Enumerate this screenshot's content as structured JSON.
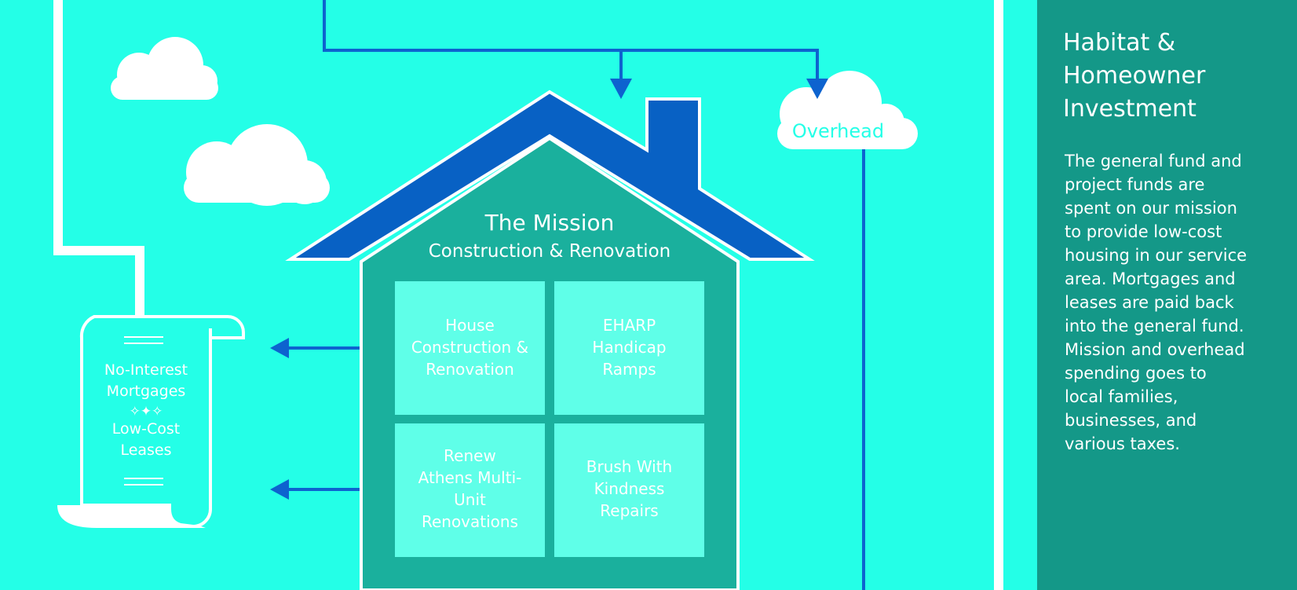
{
  "diagram": {
    "mission_title": "The Mission",
    "mission_subtitle": "Construction & Renovation",
    "boxes": [
      {
        "label": "House Construction & Renovation"
      },
      {
        "label": "EHARP Handicap Ramps"
      },
      {
        "label": "Renew Athens Multi-Unit Renovations"
      },
      {
        "label": "Brush With Kindness Repairs"
      }
    ],
    "overhead_label": "Overhead",
    "scroll": {
      "line1": "No-Interest",
      "line2": "Mortgages",
      "separator": "✧✦✧",
      "line3": "Low-Cost",
      "line4": "Leases"
    }
  },
  "sidebar": {
    "title": "Habitat & Homeowner Investment",
    "body": "The general fund and project funds     are spent on our mission to provide low-cost housing in our service area. Mortgages and leases are paid back into the general fund. Mission and overhead spending goes to local families, businesses, and various taxes."
  },
  "colors": {
    "background": "#24ffe7",
    "sidebar": "#149888",
    "house_body": "#1ab09d",
    "box_fill": "#5fffe8",
    "roof": "#0861c4",
    "line": "#0d63cf",
    "white": "#ffffff"
  }
}
